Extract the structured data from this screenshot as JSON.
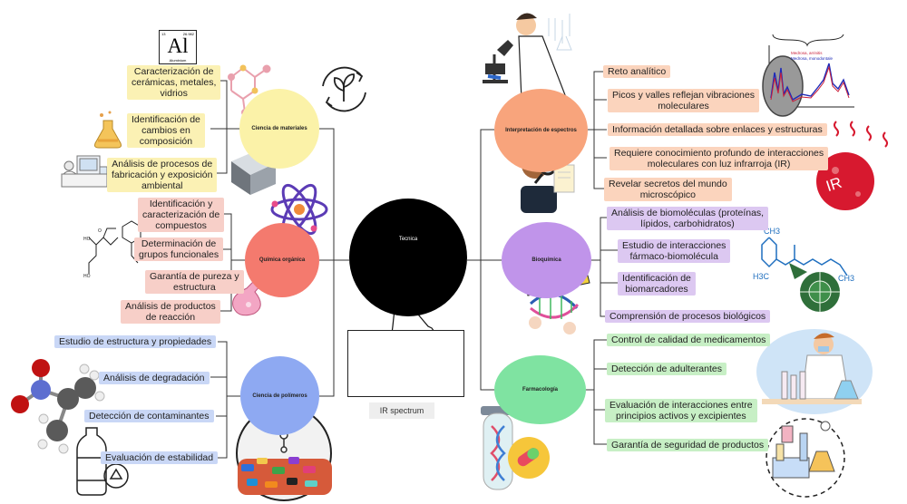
{
  "center": {
    "title": "Tecnica"
  },
  "ir_caption": "IR spectrum",
  "periodic_element": {
    "symbol": "Al",
    "name": "Aluminium",
    "number": "13",
    "mass": "26.982"
  },
  "ir_ball_text": "IR",
  "spectrum_legend": [
    "Medrosa, arrinitis",
    "Medrosa, monodontale"
  ],
  "branches": {
    "materiales": {
      "title": "Ciencia de materiales",
      "items": [
        "Caracterización de\ncerámicas, metales,\nvidrios",
        "Identificación de\ncambios en\ncomposición",
        "Análisis de procesos de\nfabricación y exposición\nambiental"
      ]
    },
    "organica": {
      "title": "Química orgánica",
      "items": [
        "Identificación y\ncaracterización de\ncompuestos",
        "Determinación de\ngrupos funcionales",
        "Garantía de pureza y\nestructura",
        "Análisis de productos\nde reacción"
      ]
    },
    "polimeros": {
      "title": "Ciencia de polímeros",
      "items": [
        "Estudio de estructura y propiedades",
        "Análisis de degradación",
        "Detección de contaminantes",
        "Evaluación de estabilidad"
      ]
    },
    "espectros": {
      "title": "Interpretación de espectros",
      "items": [
        "Reto analítico",
        "Picos y valles reflejan vibraciones\nmoleculares",
        "Información detallada sobre enlaces y estructuras",
        "Requiere conocimiento profundo de interacciones\nmoleculares con luz infrarroja (IR)",
        "Revelar secretos del mundo\nmicroscópico"
      ]
    },
    "bioquimica": {
      "title": "Bioquímica",
      "items": [
        "Análisis de biomoléculas (proteínas,\nlípidos, carbohidratos)",
        "Estudio de interacciones\nfármaco-biomolécula",
        "Identificación de\nbiomarcadores",
        "Comprensión de procesos biológicos"
      ]
    },
    "farmacologia": {
      "title": "Farmacología",
      "items": [
        "Control de calidad de medicamentos",
        "Detección de adulterantes",
        "Evaluación de interacciones entre\nprincipios activos y excipientes",
        "Garantía de seguridad de productos"
      ]
    }
  },
  "colors": {
    "materiales_node": "#fbf2a8",
    "organica_node": "#f47a6e",
    "polimeros_node": "#8ea9f2",
    "espectros_node": "#f8a47c",
    "bioquimica_node": "#c094ea",
    "farmacologia_node": "#7fe3a1",
    "center": "#000000",
    "connector": "#333333"
  }
}
